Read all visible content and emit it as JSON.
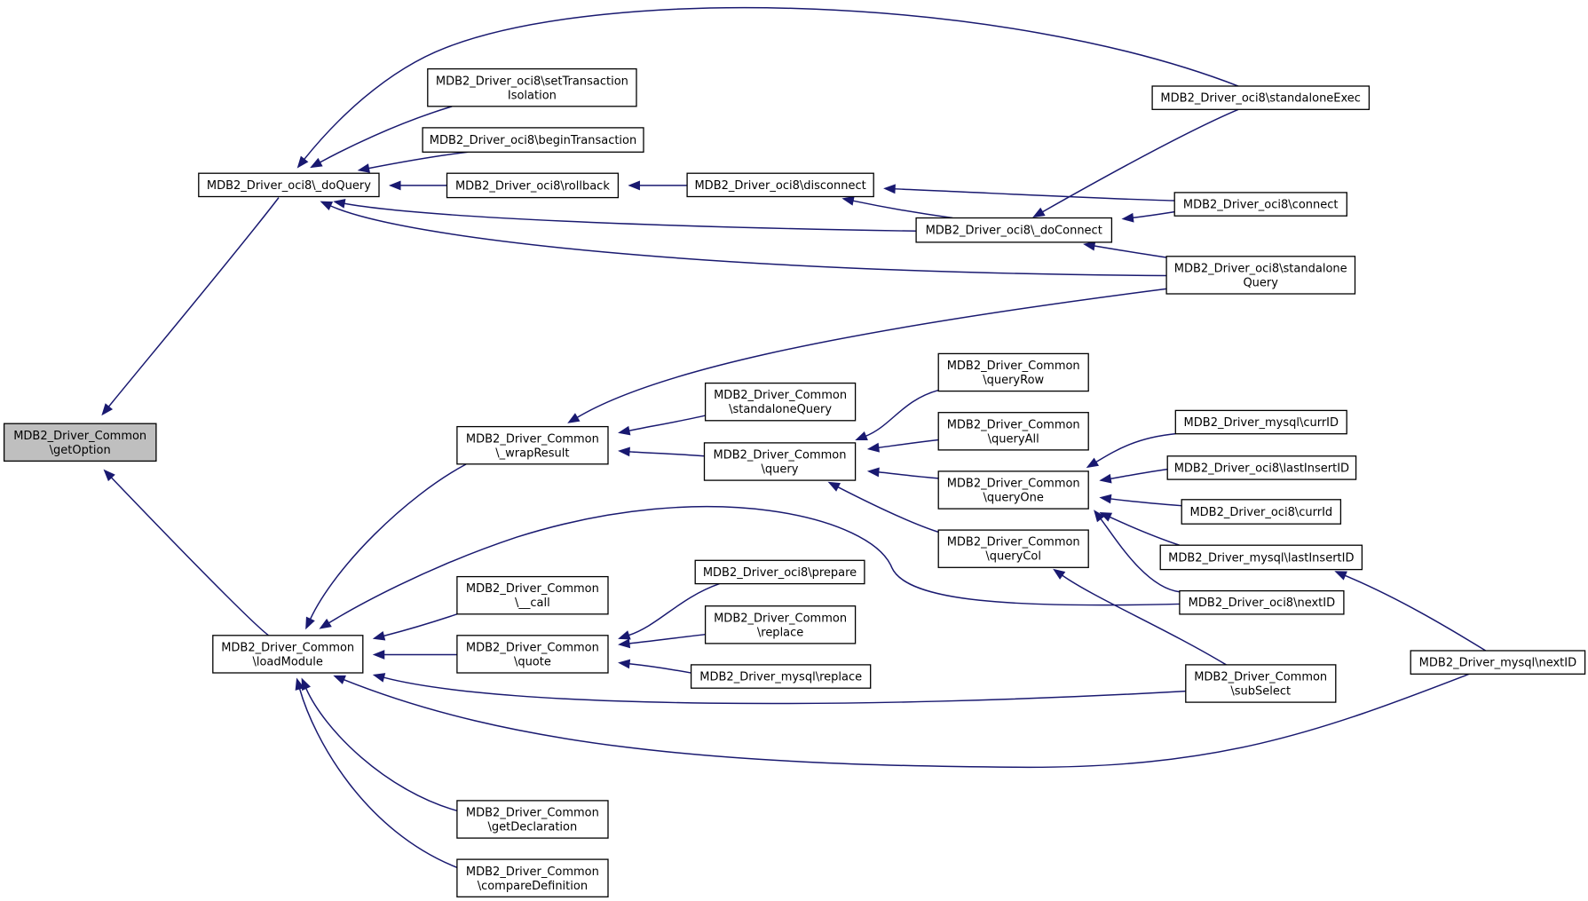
{
  "colors": {
    "edge": "#191970",
    "node_border": "#000000",
    "node_fill": "#ffffff",
    "root_fill": "#bfbfbf"
  },
  "nodes": [
    {
      "id": "getOption",
      "lines": [
        "MDB2_Driver_Common",
        "\\getOption"
      ],
      "root": true
    },
    {
      "id": "doQuery",
      "lines": [
        "MDB2_Driver_oci8\\_doQuery"
      ]
    },
    {
      "id": "loadModule",
      "lines": [
        "MDB2_Driver_Common",
        "\\loadModule"
      ]
    },
    {
      "id": "setTransactionIsolation",
      "lines": [
        "MDB2_Driver_oci8\\setTransaction",
        "Isolation"
      ]
    },
    {
      "id": "beginTransaction",
      "lines": [
        "MDB2_Driver_oci8\\beginTransaction"
      ]
    },
    {
      "id": "rollback",
      "lines": [
        "MDB2_Driver_oci8\\rollback"
      ]
    },
    {
      "id": "disconnect",
      "lines": [
        "MDB2_Driver_oci8\\disconnect"
      ]
    },
    {
      "id": "standaloneExec",
      "lines": [
        "MDB2_Driver_oci8\\standaloneExec"
      ]
    },
    {
      "id": "oci8connect",
      "lines": [
        "MDB2_Driver_oci8\\connect"
      ]
    },
    {
      "id": "doConnect",
      "lines": [
        "MDB2_Driver_oci8\\_doConnect"
      ]
    },
    {
      "id": "oci8standaloneQuery",
      "lines": [
        "MDB2_Driver_oci8\\standalone",
        "Query"
      ]
    },
    {
      "id": "wrapResult",
      "lines": [
        "MDB2_Driver_Common",
        "\\_wrapResult"
      ]
    },
    {
      "id": "commonStandaloneQuery",
      "lines": [
        "MDB2_Driver_Common",
        "\\standaloneQuery"
      ]
    },
    {
      "id": "query",
      "lines": [
        "MDB2_Driver_Common",
        "\\query"
      ]
    },
    {
      "id": "queryRow",
      "lines": [
        "MDB2_Driver_Common",
        "\\queryRow"
      ]
    },
    {
      "id": "queryAll",
      "lines": [
        "MDB2_Driver_Common",
        "\\queryAll"
      ]
    },
    {
      "id": "queryOne",
      "lines": [
        "MDB2_Driver_Common",
        "\\queryOne"
      ]
    },
    {
      "id": "queryCol",
      "lines": [
        "MDB2_Driver_Common",
        "\\queryCol"
      ]
    },
    {
      "id": "mysqlCurrID",
      "lines": [
        "MDB2_Driver_mysql\\currID"
      ]
    },
    {
      "id": "oci8LastInsertID",
      "lines": [
        "MDB2_Driver_oci8\\lastInsertID"
      ]
    },
    {
      "id": "oci8CurrId",
      "lines": [
        "MDB2_Driver_oci8\\currId"
      ]
    },
    {
      "id": "mysqlLastInsertID",
      "lines": [
        "MDB2_Driver_mysql\\lastInsertID"
      ]
    },
    {
      "id": "oci8NextID",
      "lines": [
        "MDB2_Driver_oci8\\nextID"
      ]
    },
    {
      "id": "call",
      "lines": [
        "MDB2_Driver_Common",
        "\\__call"
      ]
    },
    {
      "id": "quote",
      "lines": [
        "MDB2_Driver_Common",
        "\\quote"
      ]
    },
    {
      "id": "oci8Prepare",
      "lines": [
        "MDB2_Driver_oci8\\prepare"
      ]
    },
    {
      "id": "commonReplace",
      "lines": [
        "MDB2_Driver_Common",
        "\\replace"
      ]
    },
    {
      "id": "mysqlReplace",
      "lines": [
        "MDB2_Driver_mysql\\replace"
      ]
    },
    {
      "id": "subSelect",
      "lines": [
        "MDB2_Driver_Common",
        "\\subSelect"
      ]
    },
    {
      "id": "mysqlNextID",
      "lines": [
        "MDB2_Driver_mysql\\nextID"
      ]
    },
    {
      "id": "getDeclaration",
      "lines": [
        "MDB2_Driver_Common",
        "\\getDeclaration"
      ]
    },
    {
      "id": "compareDefinition",
      "lines": [
        "MDB2_Driver_Common",
        "\\compareDefinition"
      ]
    }
  ],
  "edges": [
    {
      "to": "getOption",
      "from": "doQuery"
    },
    {
      "to": "getOption",
      "from": "loadModule"
    },
    {
      "to": "doQuery",
      "from": "setTransactionIsolation"
    },
    {
      "to": "doQuery",
      "from": "beginTransaction"
    },
    {
      "to": "doQuery",
      "from": "rollback"
    },
    {
      "to": "doQuery",
      "from": "standaloneExec"
    },
    {
      "to": "doQuery",
      "from": "doConnect"
    },
    {
      "to": "doQuery",
      "from": "oci8standaloneQuery"
    },
    {
      "to": "rollback",
      "from": "disconnect"
    },
    {
      "to": "disconnect",
      "from": "oci8connect"
    },
    {
      "to": "disconnect",
      "from": "doConnect"
    },
    {
      "to": "doConnect",
      "from": "standaloneExec"
    },
    {
      "to": "doConnect",
      "from": "oci8connect"
    },
    {
      "to": "doConnect",
      "from": "oci8standaloneQuery"
    },
    {
      "to": "loadModule",
      "from": "wrapResult"
    },
    {
      "to": "loadModule",
      "from": "call"
    },
    {
      "to": "loadModule",
      "from": "quote"
    },
    {
      "to": "loadModule",
      "from": "oci8NextID"
    },
    {
      "to": "loadModule",
      "from": "subSelect"
    },
    {
      "to": "loadModule",
      "from": "mysqlNextID"
    },
    {
      "to": "loadModule",
      "from": "getDeclaration"
    },
    {
      "to": "loadModule",
      "from": "compareDefinition"
    },
    {
      "to": "wrapResult",
      "from": "oci8standaloneQuery"
    },
    {
      "to": "wrapResult",
      "from": "commonStandaloneQuery"
    },
    {
      "to": "wrapResult",
      "from": "query"
    },
    {
      "to": "query",
      "from": "queryRow"
    },
    {
      "to": "query",
      "from": "queryAll"
    },
    {
      "to": "query",
      "from": "queryOne"
    },
    {
      "to": "query",
      "from": "queryCol"
    },
    {
      "to": "queryOne",
      "from": "mysqlCurrID"
    },
    {
      "to": "queryOne",
      "from": "oci8LastInsertID"
    },
    {
      "to": "queryOne",
      "from": "oci8CurrId"
    },
    {
      "to": "queryOne",
      "from": "mysqlLastInsertID"
    },
    {
      "to": "queryOne",
      "from": "oci8NextID"
    },
    {
      "to": "queryCol",
      "from": "subSelect"
    },
    {
      "to": "mysqlLastInsertID",
      "from": "mysqlNextID"
    },
    {
      "to": "quote",
      "from": "oci8Prepare"
    },
    {
      "to": "quote",
      "from": "commonReplace"
    },
    {
      "to": "quote",
      "from": "mysqlReplace"
    }
  ]
}
